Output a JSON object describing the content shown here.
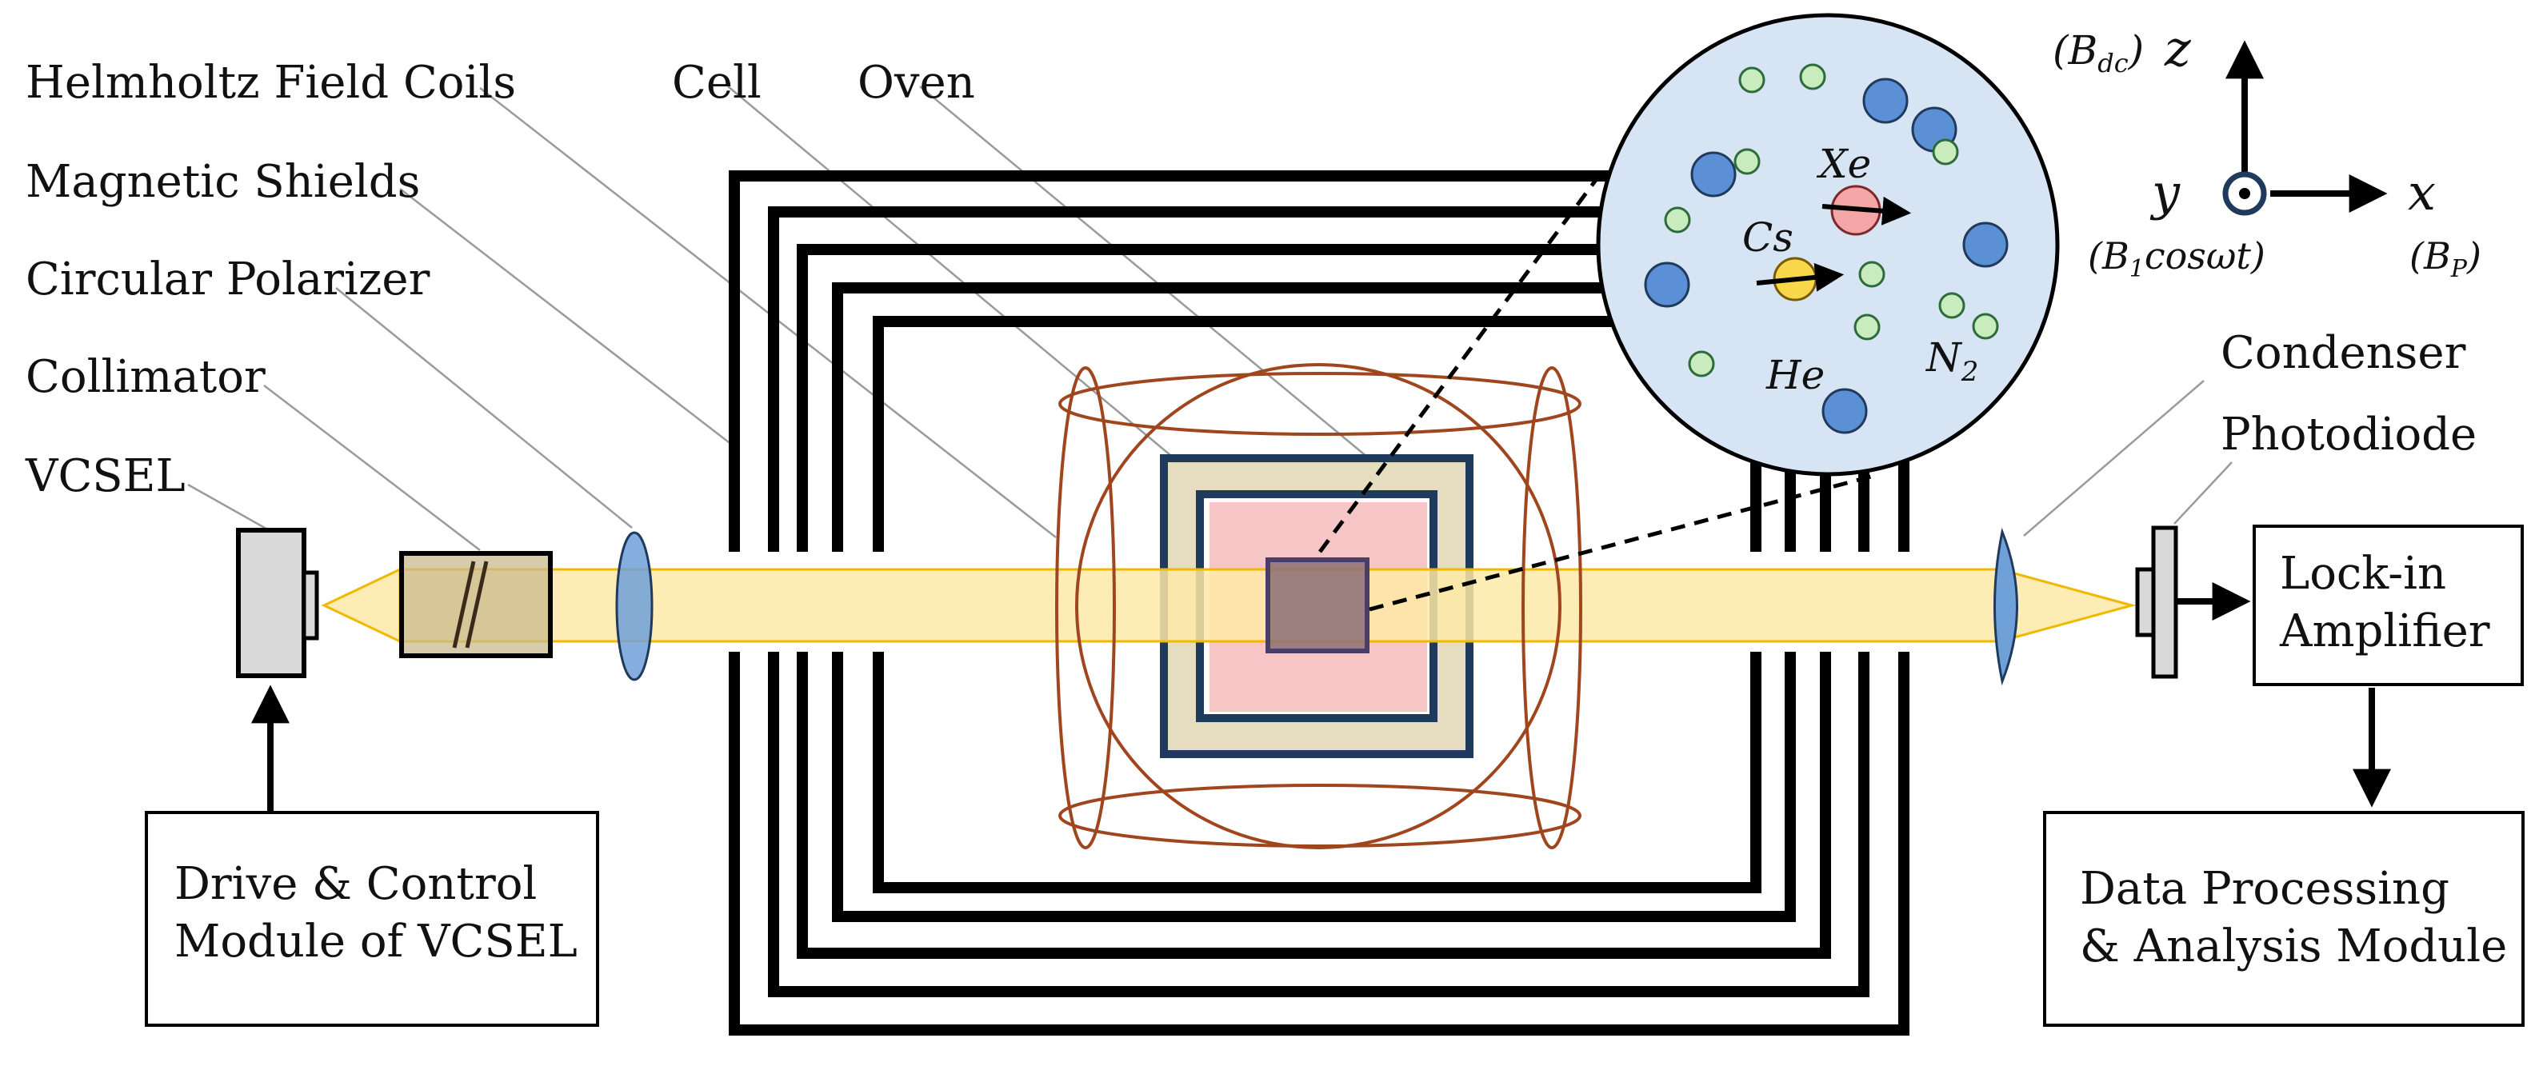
{
  "labels": {
    "helmholtz": "Helmholtz Field Coils",
    "shields": "Magnetic Shields",
    "polarizer": "Circular Polarizer",
    "collimator": "Collimator",
    "vcsel": "VCSEL",
    "cell": "Cell",
    "oven": "Oven",
    "condenser": "Condenser",
    "photodiode": "Photodiode"
  },
  "boxes": {
    "drive_line1": "Drive & Control",
    "drive_line2": "Module of VCSEL",
    "lockin_line1": "Lock-in",
    "lockin_line2": "Amplifier",
    "data_line1": "Data Processing",
    "data_line2": "& Analysis Module"
  },
  "atoms": {
    "xe": "Xe",
    "cs": "Cs",
    "he": "He",
    "n2_base": "N",
    "n2_sub": "2"
  },
  "axes": {
    "z": "z",
    "z_field_base": "(B",
    "z_field_sub": "dc",
    "z_field_close": ")",
    "y": "y",
    "y_field_base": "(B",
    "y_field_sub": "1",
    "y_field_rest": "cosωt)",
    "x": "x",
    "x_field_base": "(B",
    "x_field_sub": "P",
    "x_field_close": ")"
  },
  "colors": {
    "beam_fill": "#fde9a6",
    "beam_edge": "#f0b800",
    "coil": "#a0461e",
    "oven_fill": "#e6dcc0",
    "oven_edge": "#1f3a5c",
    "cell_inner": "#f6c6c6",
    "cell_core": "#8b6e76",
    "lens": "#6fa0d8",
    "magnifier_fill": "#d6e4f4",
    "big_atom": "#5b8fd6",
    "small_atom": "#c9ecbf",
    "xe_atom": "#f4a6a6",
    "cs_atom": "#f8d84a"
  }
}
